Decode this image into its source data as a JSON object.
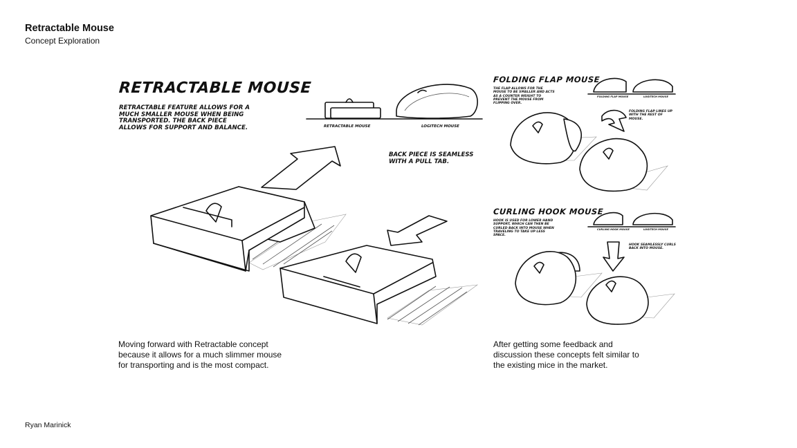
{
  "header": {
    "title": "Retractable Mouse",
    "subtitle": "Concept Exploration"
  },
  "sketch_left": {
    "title": "RETRACTABLE MOUSE",
    "note": "RETRACTABLE FEATURE ALLOWS FOR A MUCH SMALLER MOUSE WHEN BEING TRANSPORTED. THE BACK PIECE ALLOWS FOR SUPPORT AND BALANCE.",
    "back_note": "BACK PIECE IS SEAMLESS WITH A PULL TAB.",
    "label_retractable": "RETRACTABLE MOUSE",
    "label_logitech": "LOGITECH MOUSE"
  },
  "folding": {
    "title": "FOLDING FLAP MOUSE",
    "note": "THE FLAP ALLOWS FOR THE MOUSE TO BE SMALLER AND ACTS AS A COUNTER WEIGHT TO PREVENT THE MOUSE FROM FLIPPING OVER.",
    "note2": "FOLDING FLAP LINES UP WITH THE REST OF MOUSE.",
    "label_a": "FOLDING FLAP MOUSE",
    "label_b": "LOGITECH MOUSE"
  },
  "curling": {
    "title": "CURLING HOOK MOUSE",
    "note": "HOOK IS USED FOR LOWER HAND SUPPORT, WHICH CAN THEN BE CURLED BACK INTO MOUSE WHEN TRAVELING TO TAKE UP LESS SPACE.",
    "note2": "HOOK SEAMLESSLY CURLS BACK INTO MOUSE.",
    "label_a": "CURLING HOOK MOUSE",
    "label_b": "LOGITECH MOUSE"
  },
  "captions": {
    "left": "Moving forward with Retractable concept because it allows for a much slimmer mouse for transporting and is the most compact.",
    "right": "After getting some feedback and discussion these concepts felt similar to the existing mice in the market."
  },
  "footer": {
    "author": "Ryan Marinick"
  }
}
